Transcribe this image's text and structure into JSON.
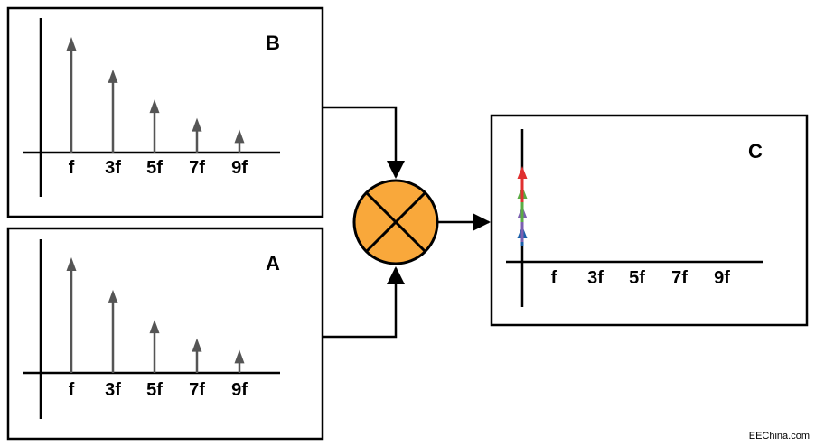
{
  "panels": [
    {
      "id": "B",
      "label": "B",
      "ticks": [
        "f",
        "3f",
        "5f",
        "7f",
        "9f"
      ],
      "amplitudes": [
        1.0,
        0.72,
        0.46,
        0.3,
        0.2
      ]
    },
    {
      "id": "A",
      "label": "A",
      "ticks": [
        "f",
        "3f",
        "5f",
        "7f",
        "9f"
      ],
      "amplitudes": [
        1.0,
        0.72,
        0.46,
        0.3,
        0.2
      ]
    },
    {
      "id": "C",
      "label": "C",
      "ticks": [
        "f",
        "3f",
        "5f",
        "7f",
        "9f"
      ],
      "stack_colors": [
        "#1a5fa8",
        "#7b5fb0",
        "#5aac44",
        "#e03030"
      ]
    }
  ],
  "colors": {
    "mixer_fill": "#f9a83b",
    "stroke": "#000000",
    "spectral_line": "#555555"
  },
  "watermark": "EEChina.com"
}
